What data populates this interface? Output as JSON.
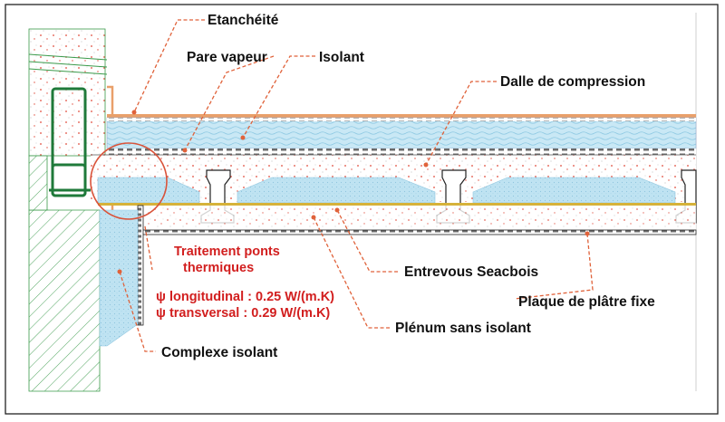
{
  "labels": {
    "etancheite": "Etanchéité",
    "pare_vapeur": "Pare vapeur",
    "isolant": "Isolant",
    "dalle": "Dalle de compression",
    "entrevous": "Entrevous Seacbois",
    "plaque": "Plaque de plâtre fixe",
    "plenum": "Plénum sans isolant",
    "complexe": "Complexe isolant"
  },
  "thermal": {
    "title_line1": "Traitement ponts",
    "title_line2": "thermiques",
    "longitudinal": "ψ longitudinal : 0.25 W/(m.K)",
    "transversal": "ψ transversal : 0.29 W/(m.K)"
  },
  "colors": {
    "text": "#111111",
    "accent_red": "#d21f1f",
    "leader": "#e0623a",
    "insulation": "#bfe3f2",
    "membrane": "#e9a06a",
    "rebar": "#1f7a3a",
    "plaster_line": "#d6b23a"
  }
}
